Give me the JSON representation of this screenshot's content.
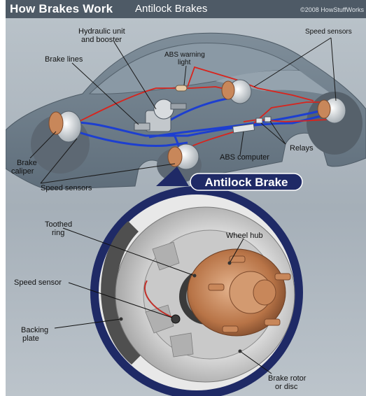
{
  "header": {
    "title": "How Brakes Work",
    "subtitle": "Antilock Brakes",
    "copyright": "©2008 HowStuffWorks"
  },
  "labels": {
    "hydraulic_unit_line1": "Hydraulic unit",
    "hydraulic_unit_line2": "and booster",
    "brake_lines": "Brake lines",
    "abs_warning_line1": "ABS warning",
    "abs_warning_line2": "light",
    "speed_sensors_top": "Speed sensors",
    "brake_caliper_line1": "Brake",
    "brake_caliper_line2": "caliper",
    "speed_sensors_bottom": "Speed sensors",
    "abs_computer": "ABS computer",
    "relays": "Relays"
  },
  "detail": {
    "banner": "Antilock Brake",
    "toothed_ring_line1": "Toothed",
    "toothed_ring_line2": "ring",
    "wheel_hub": "Wheel hub",
    "speed_sensor": "Speed sensor",
    "backing_plate_line1": "Backing",
    "backing_plate_line2": "plate",
    "brake_rotor_line1": "Brake rotor",
    "brake_rotor_line2": "or disc"
  },
  "colors": {
    "header_bg": "#4e5a66",
    "car_body": "#6f7f8c",
    "background": "#a9b3bb",
    "brake_line_blue": "#1d3fd0",
    "sensor_wire_red": "#d8241d",
    "caliper_copper": "#c8875a",
    "banner_bg": "#1f2a66"
  }
}
